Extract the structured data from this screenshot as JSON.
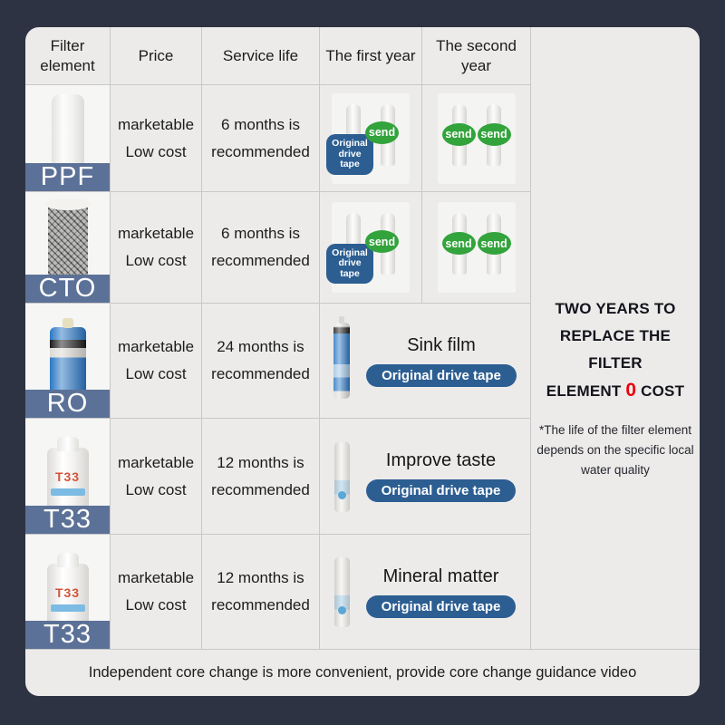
{
  "colors": {
    "background": "#2d3342",
    "panel_bg": "#ecebea",
    "banner_blue": "#5c7197",
    "badge_blue": "#2c5e92",
    "send_green": "#33a33c",
    "zero_red": "#e8000d",
    "grid_line": "#c7c8c9"
  },
  "table": {
    "headers": [
      "Filter element",
      "Price",
      "Service life",
      "The first year",
      "The second year"
    ],
    "rows": [
      {
        "name": "PPF",
        "price": [
          "marketable",
          "Low cost"
        ],
        "service": [
          "6 months is",
          "recommended"
        ]
      },
      {
        "name": "CTO",
        "price": [
          "marketable",
          "Low cost"
        ],
        "service": [
          "6 months is",
          "recommended"
        ]
      },
      {
        "name": "RO",
        "price": [
          "marketable",
          "Low cost"
        ],
        "service": [
          "24 months is",
          "recommended"
        ],
        "merged": {
          "label": "Sink film",
          "badge": "Original drive tape"
        }
      },
      {
        "name": "T33",
        "price": [
          "marketable",
          "Low cost"
        ],
        "service": [
          "12 months is",
          "recommended"
        ],
        "merged": {
          "label": "Improve taste",
          "badge": "Original drive tape"
        }
      },
      {
        "name": "T33",
        "price": [
          "marketable",
          "Low cost"
        ],
        "service": [
          "12 months is",
          "recommended"
        ],
        "merged": {
          "label": "Mineral matter",
          "badge": "Original drive tape"
        }
      }
    ]
  },
  "badges": {
    "original_small_lines": [
      "Original",
      "drive",
      "tape"
    ],
    "send": "send",
    "original_pill": "Original drive tape"
  },
  "figures": {
    "t33_body_mark": "T33"
  },
  "side_panel": {
    "headline_line1": "TWO YEARS TO",
    "headline_line2": "REPLACE THE FILTER",
    "headline_line3_pre": "ELEMENT ",
    "headline_zero": "0",
    "headline_line3_post": " COST",
    "note_line1": "*The life of the filter element",
    "note_line2": "depends on the specific local",
    "note_line3": "water quality"
  },
  "footer": {
    "text": "Independent core change is more convenient, provide core change guidance video"
  }
}
